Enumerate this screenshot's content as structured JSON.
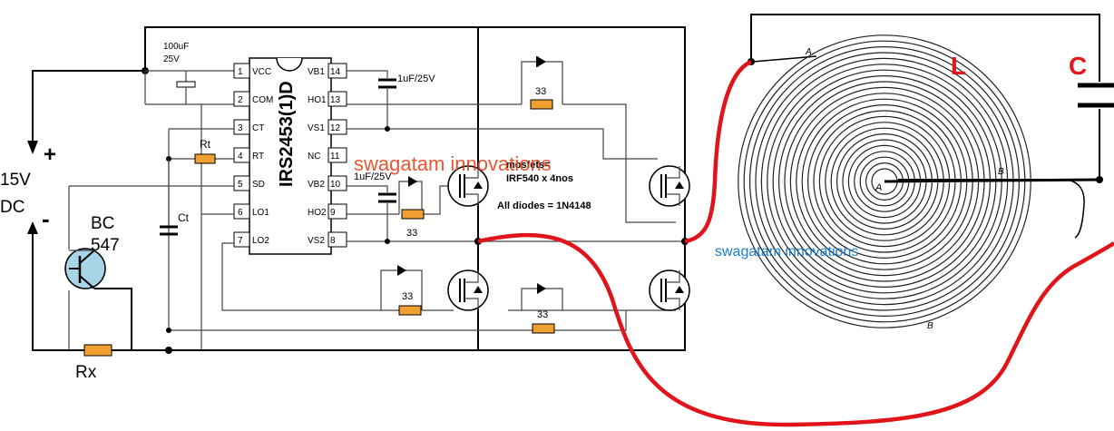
{
  "supply": {
    "voltage": "15V",
    "unit": "DC",
    "plus": "+",
    "minus": "-"
  },
  "transistor": {
    "line1": "BC",
    "line2": "547"
  },
  "rx": "Rx",
  "cap_100": {
    "line1": "100uF",
    "line2": "25V"
  },
  "rt": "Rt",
  "ct": "Ct",
  "ic": {
    "name": "IRS2453(1)D",
    "left_pins": [
      {
        "num": "1",
        "label": "VCC"
      },
      {
        "num": "2",
        "label": "COM"
      },
      {
        "num": "3",
        "label": "CT"
      },
      {
        "num": "4",
        "label": "RT"
      },
      {
        "num": "5",
        "label": "SD"
      },
      {
        "num": "6",
        "label": "LO1"
      },
      {
        "num": "7",
        "label": "LO2"
      }
    ],
    "right_pins": [
      {
        "num": "14",
        "label": "VB1"
      },
      {
        "num": "13",
        "label": "HO1"
      },
      {
        "num": "12",
        "label": "VS1"
      },
      {
        "num": "11",
        "label": "NC"
      },
      {
        "num": "10",
        "label": "VB2"
      },
      {
        "num": "9",
        "label": "HO2"
      },
      {
        "num": "8",
        "label": "VS2"
      }
    ]
  },
  "bootstrap_cap_1": "1uF/25V",
  "bootstrap_cap_2": "1uF/25V",
  "gate_resistors": [
    "33",
    "33",
    "33",
    "33"
  ],
  "notes": {
    "mosfets_line1": "mosfets=",
    "mosfets_line2": "IRF540 x 4nos",
    "diodes": "All diodes = 1N4148"
  },
  "watermark_1": "swagatam innovations",
  "watermark_2": "swagatam innovations",
  "coil": {
    "L": "L",
    "C": "C",
    "mark_a1": "A",
    "mark_a2": "A",
    "mark_b1": "B",
    "mark_b2": "B"
  },
  "colors": {
    "wire": "#000000",
    "resistor": "#f0a030",
    "coil_wire": "#e0141a",
    "transistor": "#a8d4e8",
    "watermark_red": "#e8380d",
    "watermark_blue": "#1a7fd0"
  }
}
